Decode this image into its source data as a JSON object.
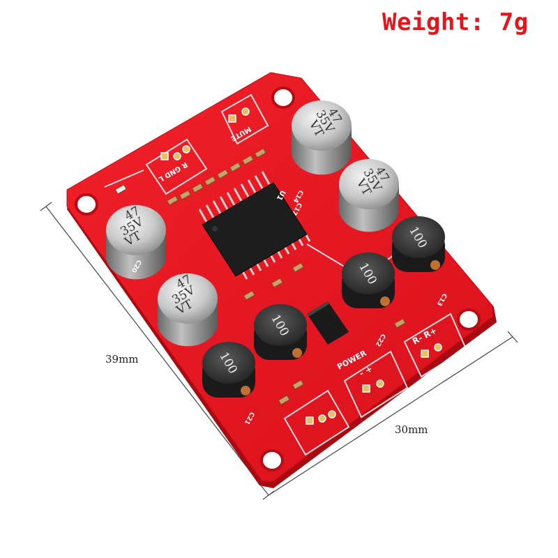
{
  "weight_label": "Weight: 7g",
  "dimensions": {
    "height_label": "39mm",
    "width_label": "30mm"
  },
  "board": {
    "capacitor_value": "47",
    "capacitor_voltage": "35V",
    "capacitor_brand": "VT",
    "inductor_value": "100",
    "silkscreen": {
      "mute": "MUTE",
      "lgnd": "R GND L",
      "power": "POWER",
      "power_polarity": "- +",
      "speaker_polarity": "R- R+",
      "u1": "U1",
      "c20": "C20",
      "c17": "C17",
      "c14": "C14",
      "c22": "C22",
      "c21": "C21",
      "c13": "C13"
    }
  },
  "colors": {
    "board": "#e3141f",
    "board_dark": "#a80a12",
    "weight_text": "#e8141b",
    "capacitor": "#c9c9c9",
    "inductor": "#3a3a3a"
  }
}
